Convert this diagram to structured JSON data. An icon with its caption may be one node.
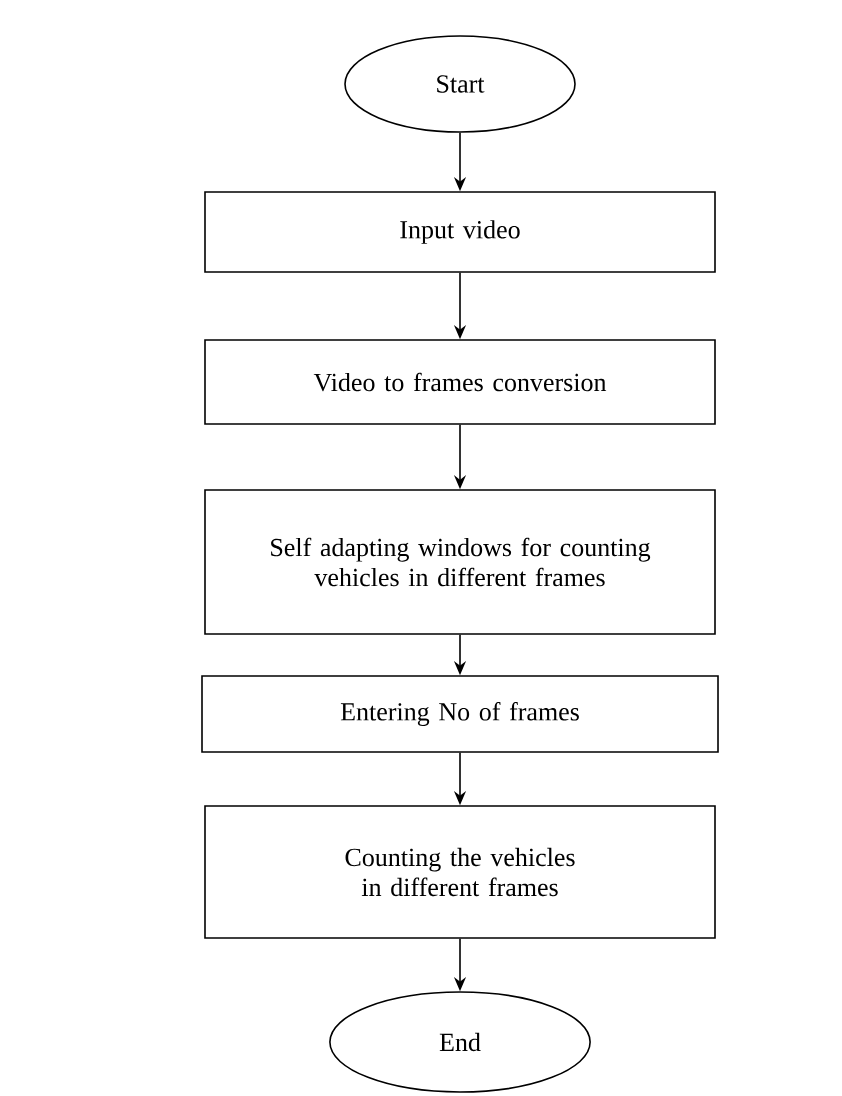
{
  "diagram": {
    "nodes": [
      {
        "text": [
          "Start"
        ]
      },
      {
        "text": [
          "Input video"
        ]
      },
      {
        "text": [
          "Video to frames conversion"
        ]
      },
      {
        "text": [
          "Self adapting windows for counting vehicles in different frames"
        ]
      },
      {
        "text": [
          "Entering No of frames"
        ]
      },
      {
        "text": [
          "Counting the vehicles in different frames"
        ]
      },
      {
        "text": [
          "End"
        ]
      }
    ],
    "edges": [
      {
        "from": 0,
        "to": 1,
        "arrow": "to"
      },
      {
        "from": 1,
        "to": 2,
        "arrow": "to"
      },
      {
        "from": 2,
        "to": 3,
        "arrow": "to"
      },
      {
        "from": 3,
        "to": 4,
        "arrow": "to"
      },
      {
        "from": 4,
        "to": 5,
        "arrow": "to"
      },
      {
        "from": 5,
        "to": 6,
        "arrow": "to"
      }
    ]
  }
}
